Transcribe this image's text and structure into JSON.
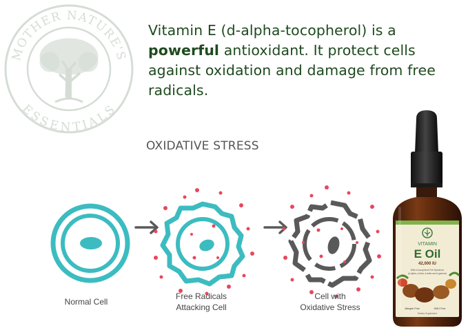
{
  "brand": {
    "watermark_top": "MOTHER NATURE'S",
    "watermark_bottom": "ESSENTIALS"
  },
  "headline": {
    "part1": "Vitamin E (d-alpha-tocopherol) is a",
    "strong": "powerful",
    "part2": "antioxidant.  It protect cells against oxidation and damage from free radicals."
  },
  "section_title": "OXIDATIVE STRESS",
  "stages": [
    {
      "caption_line1": "Normal Cell",
      "caption_line2": ""
    },
    {
      "caption_line1": "Free Radicals",
      "caption_line2": "Attacking Cell"
    },
    {
      "caption_line1": "Cell with",
      "caption_line2": "Oxidative Stress"
    }
  ],
  "product": {
    "label_title": "VITAMIN",
    "label_name": "E Oil",
    "label_strength": "42,000 IU",
    "label_desc1": "With d-tocopherol Full Spectrum",
    "label_desc2": "(d-alpha, d-beta, d-delta and d-gamma)",
    "badge1": "Allergen Free",
    "badge2": "GMO Free",
    "label_footer": "Dietary Supplement"
  },
  "colors": {
    "headline": "#1f4a1f",
    "teal": "#3cbcc0",
    "radical": "#e8475b",
    "damaged": "#595959",
    "arrow": "#5a5a5a",
    "watermark": "#d5dcd5"
  }
}
